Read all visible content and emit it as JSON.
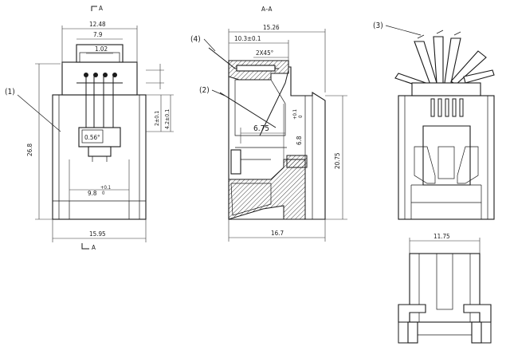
{
  "section_labels": {
    "view_a_top": "A",
    "view_a_bottom": "A",
    "section_title": "A–A"
  },
  "callouts": {
    "c1": "(1)",
    "c2": "(2)",
    "c3": "(3)",
    "c4": "(4)"
  },
  "dimensions": {
    "front_top_outer": "12.48",
    "front_top_inner": "7.9",
    "front_pitch": "1.02",
    "front_angle": "0.56°",
    "front_height": "26.8",
    "front_width": "15.95",
    "front_slot": "9.8",
    "front_slot_tol_up": "+0.1",
    "front_slot_tol_dn": "0",
    "front_side1": "2±0.1",
    "front_side2": "4.2±0.1",
    "sec_width_top": "15.26",
    "sec_width_inner": "10.3±0.1",
    "sec_chamfer": "2X45°",
    "sec_675": "6.75",
    "sec_68": "6.8",
    "sec_68_tol_up": "+0.1",
    "sec_68_tol_dn": "0",
    "sec_height": "20.75",
    "sec_width_bottom": "16.7",
    "bottom_width": "11.75"
  }
}
